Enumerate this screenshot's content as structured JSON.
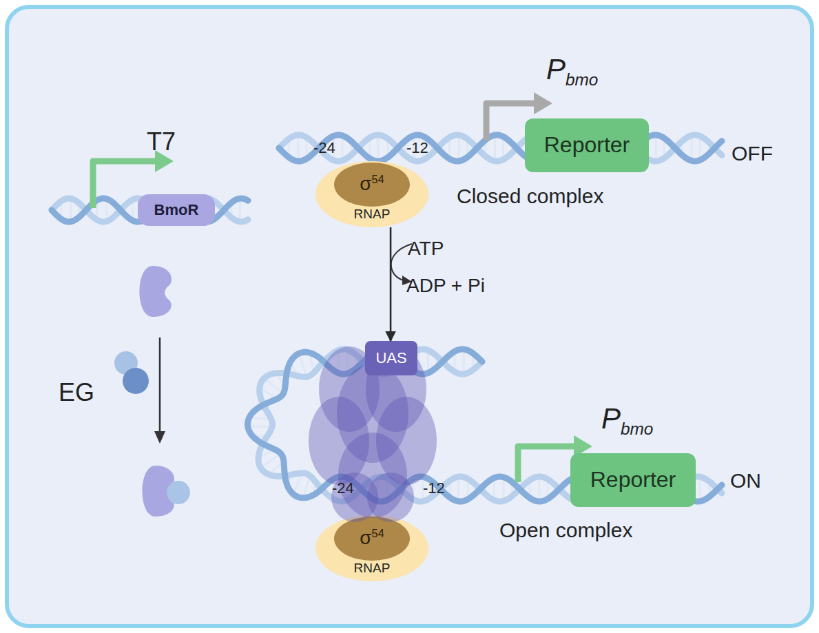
{
  "diagram": {
    "nodes": [
      {
        "text": [
          "BmoR"
        ]
      },
      {
        "text": [
          "Reporter"
        ]
      },
      {
        "text": [
          "RNAP"
        ]
      },
      {
        "text": [
          "σ54"
        ],
        "in": 2
      },
      {
        "text": [
          "UAS"
        ]
      },
      {
        "text": [
          "Reporter"
        ]
      },
      {
        "text": [
          "RNAP"
        ]
      },
      {
        "text": [
          "σ54"
        ],
        "in": 6
      }
    ],
    "edges": [
      {
        "from": 2,
        "to": 4,
        "arrow": "to"
      }
    ],
    "labels": [
      "T7",
      "EG",
      "-24",
      "-12",
      "Pbmo",
      "OFF",
      "Closed complex",
      "ATP",
      "ADP + Pi",
      "-24",
      "-12",
      "Pbmo",
      "ON",
      "Open complex"
    ]
  }
}
